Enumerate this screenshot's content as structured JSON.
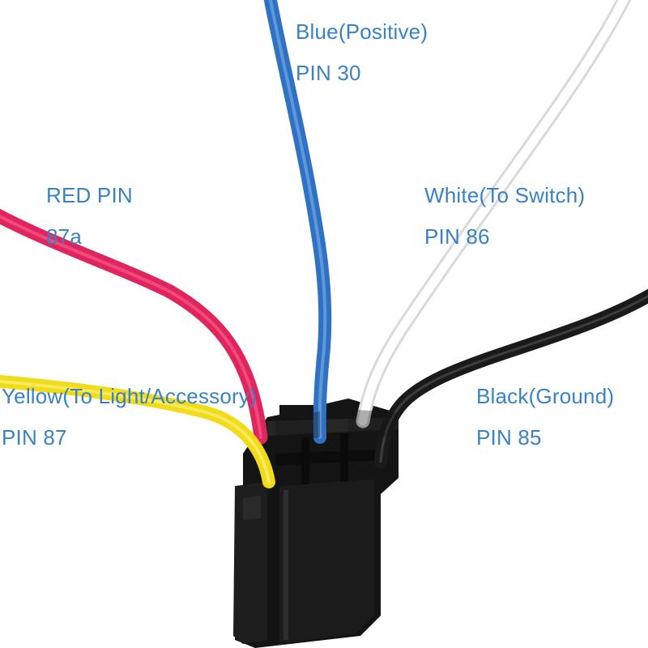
{
  "label_color": "#3a82c4",
  "wires": {
    "blue": {
      "name": "Blue(Positive)",
      "pin": "PIN 30",
      "color": "#2f72c3"
    },
    "red": {
      "name": "RED PIN",
      "pin": "87a",
      "color": "#e0245e"
    },
    "white": {
      "name": "White(To Switch)",
      "pin": "PIN 86",
      "color": "#f4f4f4"
    },
    "yellow": {
      "name": "Yellow(To Light/Accessory)",
      "pin": "PIN 87",
      "color": "#f2dc1a"
    },
    "black": {
      "name": "Black(Ground)",
      "pin": "PIN 85",
      "color": "#1a1a1a"
    }
  },
  "connector_color": "#141414"
}
